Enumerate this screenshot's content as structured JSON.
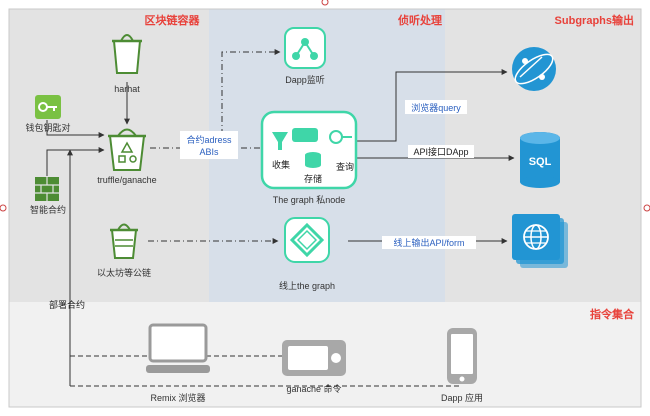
{
  "sections": {
    "blockchain": "区块链容器",
    "processing": "侦听处理",
    "output": "Subgraphs输出",
    "commands": "指令集合"
  },
  "nodes": {
    "harhat": "harhat",
    "wallet": "钱包钥匙对",
    "truffle": "truffle/ganache",
    "contract": "智能合约",
    "ethereum": "以太坊等公链",
    "dapp_listener": "Dapp监听",
    "graph_node": "The graph 私node",
    "online_graph": "线上the graph",
    "collect": "收集",
    "store": "存储",
    "query": "查询"
  },
  "edges": {
    "contract_abi_line1": "合约adress",
    "contract_abi_line2": "ABIs",
    "browser_query": "浏览器query",
    "api_dapp": "API接口DApp",
    "online_api": "线上输出API/form",
    "deploy": "部署合约"
  },
  "outputs": {
    "sql": "SQL"
  },
  "commands": {
    "remix": "Remix 浏览器",
    "ganache": "ganache 命令",
    "dapp": "Dapp 应用"
  },
  "colors": {
    "panel_grey": "#e3e3e3",
    "panel_blue": "#d7dfe9",
    "panel_light": "#f1f1f1",
    "title_red": "#e8413a",
    "icon_green": "#4d8c34",
    "icon_teal": "#3fd6a8",
    "icon_blue": "#2295d3",
    "label_blue": "#2a5fbf"
  }
}
